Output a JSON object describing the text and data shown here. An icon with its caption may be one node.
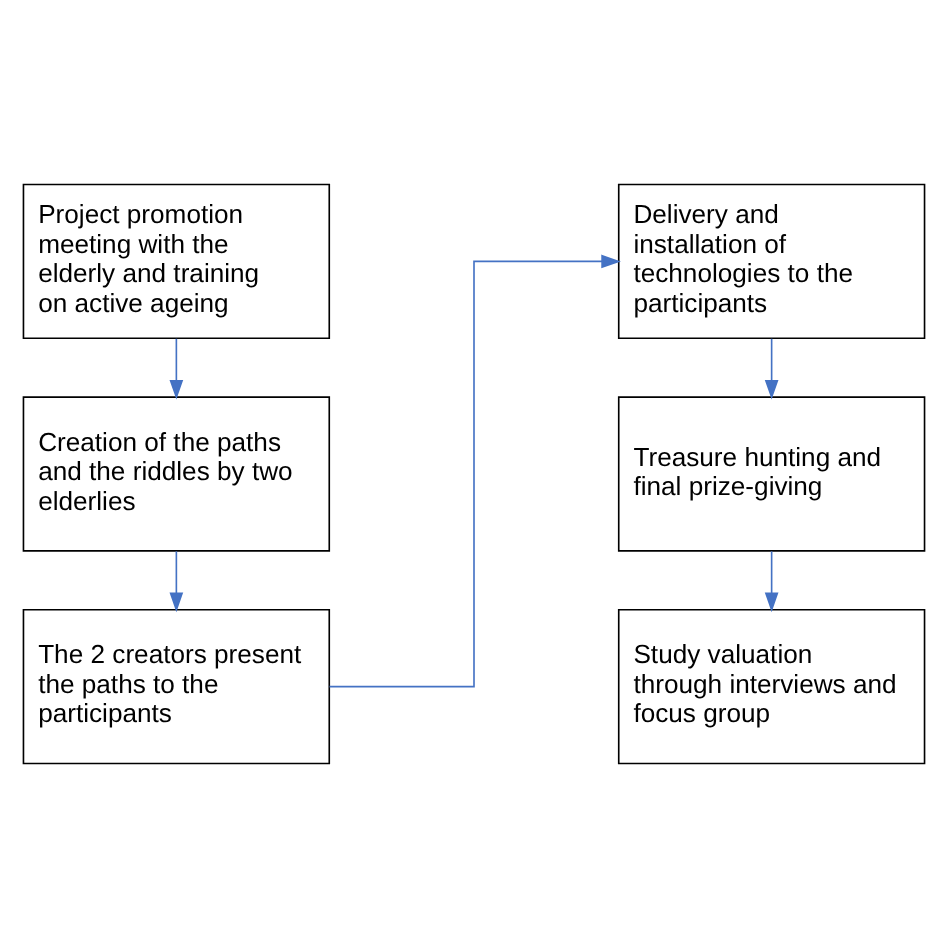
{
  "diagram": {
    "nodes": [
      {
        "text": [
          "Project promotion meeting with the elderly and training on active ageing"
        ]
      },
      {
        "text": [
          "Creation of the paths and the riddles by two elderlies"
        ]
      },
      {
        "text": [
          "The 2 creators present the paths to the participants"
        ]
      },
      {
        "text": [
          "Delivery and installation of technologies to the participants"
        ]
      },
      {
        "text": [
          "Treasure hunting and final prize-giving"
        ]
      },
      {
        "text": [
          "Study valuation through interviews and focus group"
        ]
      }
    ],
    "edges": [
      {
        "from": 0,
        "to": 1,
        "arrow": "to"
      },
      {
        "from": 1,
        "to": 2,
        "arrow": "to"
      },
      {
        "from": 2,
        "to": 3,
        "arrow": "to"
      },
      {
        "from": 3,
        "to": 4,
        "arrow": "to"
      },
      {
        "from": 4,
        "to": 5,
        "arrow": "to"
      }
    ]
  }
}
